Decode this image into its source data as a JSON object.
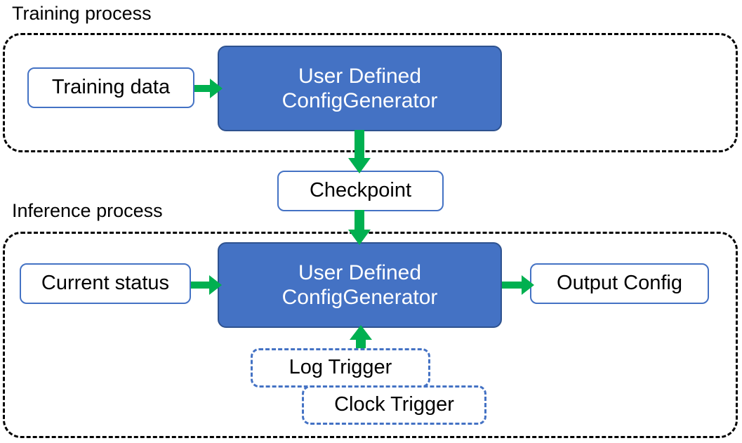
{
  "diagram": {
    "title_training": "Training process",
    "title_inference": "Inference process",
    "colors": {
      "process_fill": "#4472C4",
      "process_stroke": "#2E528F",
      "node_stroke": "#4472C4",
      "arrow": "#00B050",
      "group_border": "#000000",
      "text_dark": "#000000",
      "text_light": "#FFFFFF",
      "background": "#FFFFFF"
    }
  },
  "training": {
    "group_label": "Training process",
    "nodes": {
      "training_data": "Training data",
      "generator_line1": "User Defined",
      "generator_line2": "ConfigGenerator"
    }
  },
  "bridge": {
    "checkpoint": "Checkpoint"
  },
  "inference": {
    "group_label": "Inference process",
    "nodes": {
      "current_status": "Current status",
      "generator_line1": "User Defined",
      "generator_line2": "ConfigGenerator",
      "output_config": "Output Config",
      "log_trigger": "Log Trigger",
      "clock_trigger": "Clock Trigger"
    }
  },
  "arrows": [
    {
      "name": "training-data-to-generator",
      "from": "Training data",
      "to": "User Defined ConfigGenerator",
      "direction": "right"
    },
    {
      "name": "generator-to-checkpoint",
      "from": "User Defined ConfigGenerator",
      "to": "Checkpoint",
      "direction": "down"
    },
    {
      "name": "checkpoint-to-generator",
      "from": "Checkpoint",
      "to": "User Defined ConfigGenerator",
      "direction": "down"
    },
    {
      "name": "status-to-generator",
      "from": "Current status",
      "to": "User Defined ConfigGenerator",
      "direction": "right"
    },
    {
      "name": "generator-to-output",
      "from": "User Defined ConfigGenerator",
      "to": "Output Config",
      "direction": "right"
    },
    {
      "name": "trigger-to-generator",
      "from": "Log Trigger / Clock Trigger",
      "to": "User Defined ConfigGenerator",
      "direction": "up"
    }
  ]
}
